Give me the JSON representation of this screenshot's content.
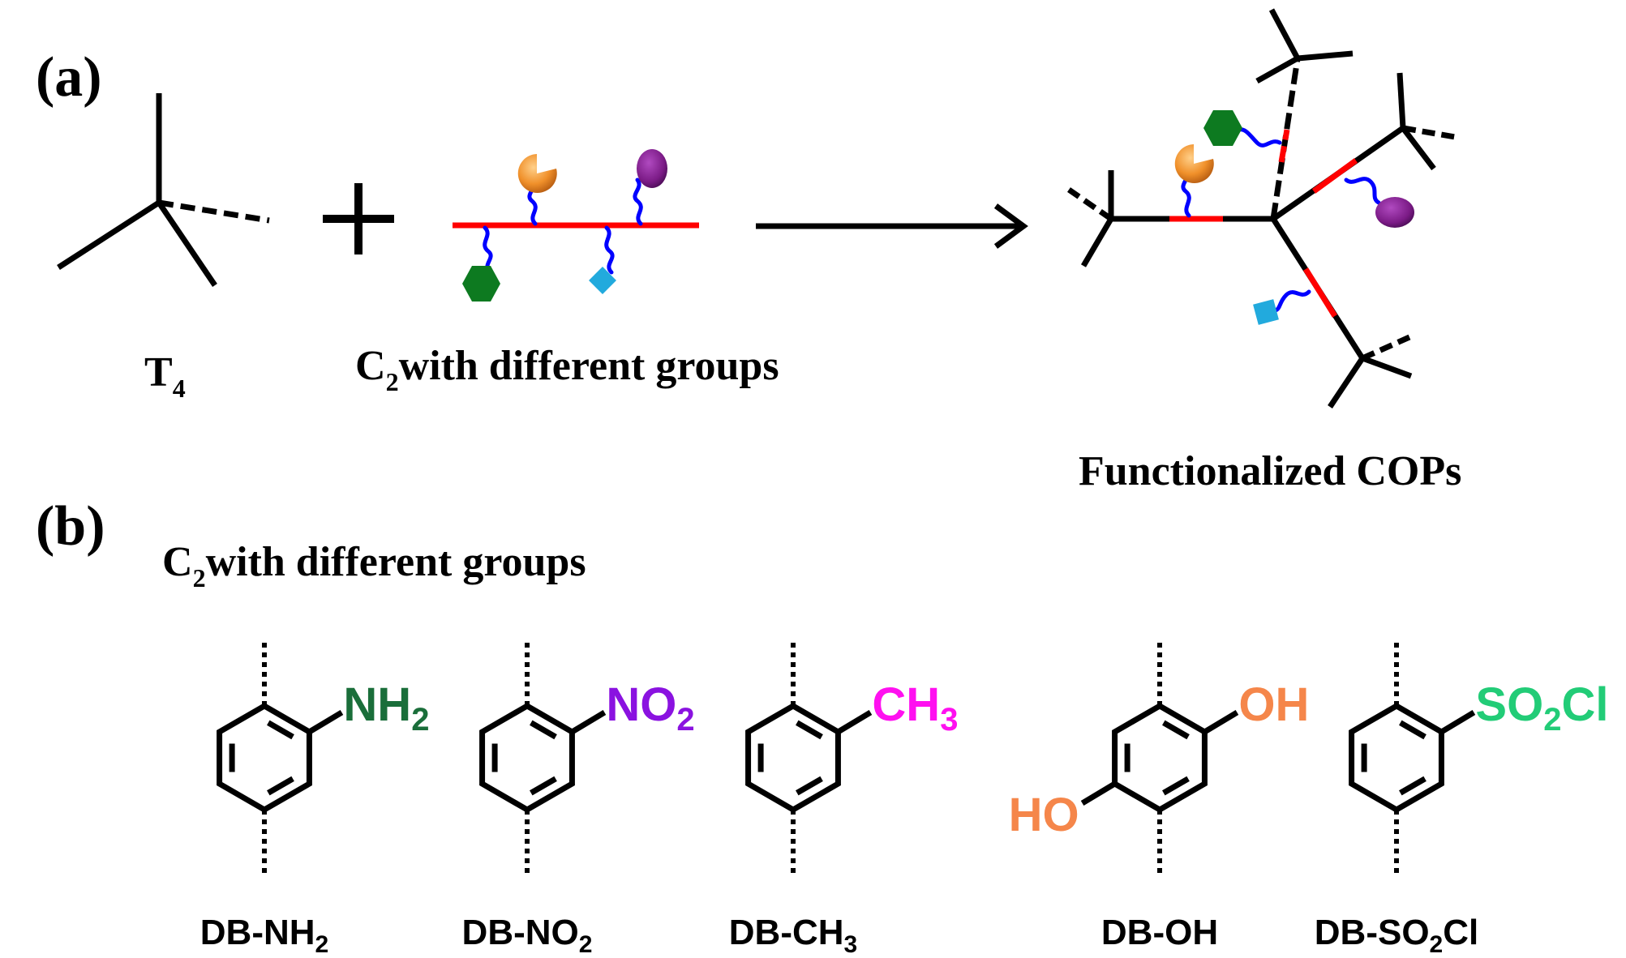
{
  "panel_a": {
    "label": "(a)",
    "t4_main": "T",
    "t4_sub": "4",
    "c2_pre": "C",
    "c2_sub": "2",
    "c2_post": "with different groups",
    "product": "Functionalized COPs"
  },
  "panel_b": {
    "label": "(b)",
    "c2_pre": "C",
    "c2_sub": "2",
    "c2_post": "with different groups",
    "molecules": [
      {
        "group_main": "NH",
        "group_sub": "2",
        "group_tail": "",
        "name_main": "DB-NH",
        "name_sub": "2",
        "name_tail": "",
        "color": "#1a6e3a"
      },
      {
        "group_main": "NO",
        "group_sub": "2",
        "group_tail": "",
        "name_main": "DB-NO",
        "name_sub": "2",
        "name_tail": "",
        "color": "#8a12e0"
      },
      {
        "group_main": "CH",
        "group_sub": "3",
        "group_tail": "",
        "name_main": "DB-CH",
        "name_sub": "3",
        "name_tail": "",
        "color": "#ff10f0"
      },
      {
        "group_main": "OH",
        "group_sub": "",
        "group_tail": "",
        "group2": "HO",
        "name_main": "DB-OH",
        "name_sub": "",
        "name_tail": "",
        "color": "#f5864a"
      },
      {
        "group_main": "SO",
        "group_sub": "2",
        "group_tail": "Cl",
        "name_main": "DB-SO",
        "name_sub": "2",
        "name_tail": "Cl",
        "color": "#22cc77"
      }
    ]
  },
  "colors": {
    "linker": "#ff0000",
    "spacer": "#0000ff",
    "orange_group": "#f0902a",
    "purple_group": "#7b1b86",
    "green_group": "#0d7a20",
    "cyan_group": "#22aadd"
  }
}
